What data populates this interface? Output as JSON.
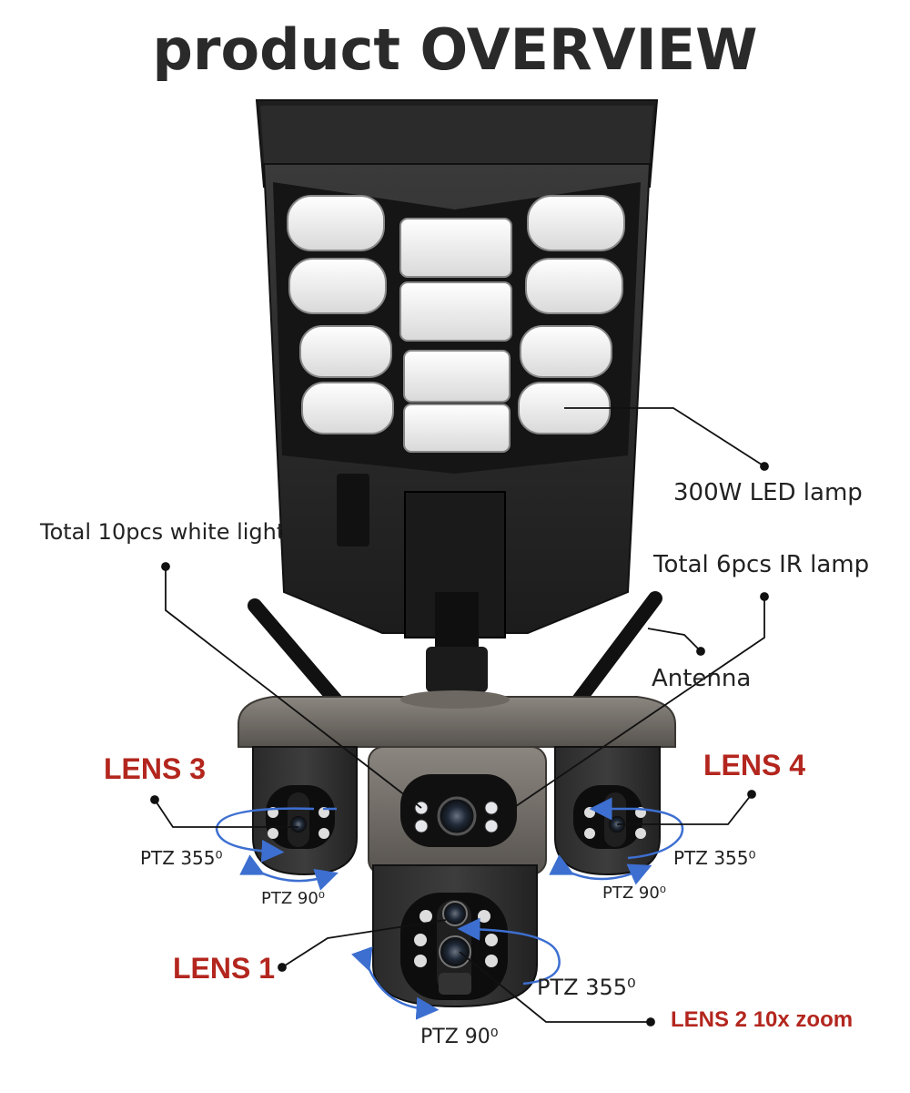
{
  "title": "product OVERVIEW",
  "callouts": {
    "led_lamp": "300W LED lamp",
    "white_light": "Total 10pcs white light",
    "ir_lamp": "Total 6pcs IR lamp",
    "antenna": "Antenna"
  },
  "lenses": {
    "lens1": "LENS 1",
    "lens2": "LENS 2 10x zoom",
    "lens3": "LENS 3",
    "lens4": "LENS 4"
  },
  "ptz": {
    "lens3_pan": "PTZ 355⁰",
    "lens3_tilt": "PTZ 90⁰",
    "lens4_pan": "PTZ 355⁰",
    "lens4_tilt": "PTZ 90⁰",
    "lens2_pan": "PTZ 355⁰",
    "lens2_tilt": "PTZ 90⁰"
  },
  "colors": {
    "accent_red": "#b3261e",
    "arrow_blue": "#3d6fd1"
  }
}
